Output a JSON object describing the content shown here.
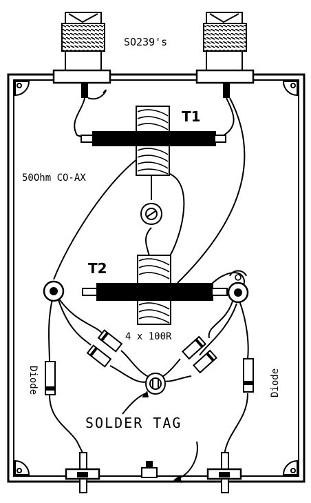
{
  "labels": {
    "connectors": "SO239's",
    "t1": "T1",
    "t2": "T2",
    "coax": "50Ohm CO-AX",
    "resistors": "4 x 100R",
    "diode_left": "Diode",
    "diode_right": "Diode",
    "solder_tag": "SOLDER TAG"
  }
}
